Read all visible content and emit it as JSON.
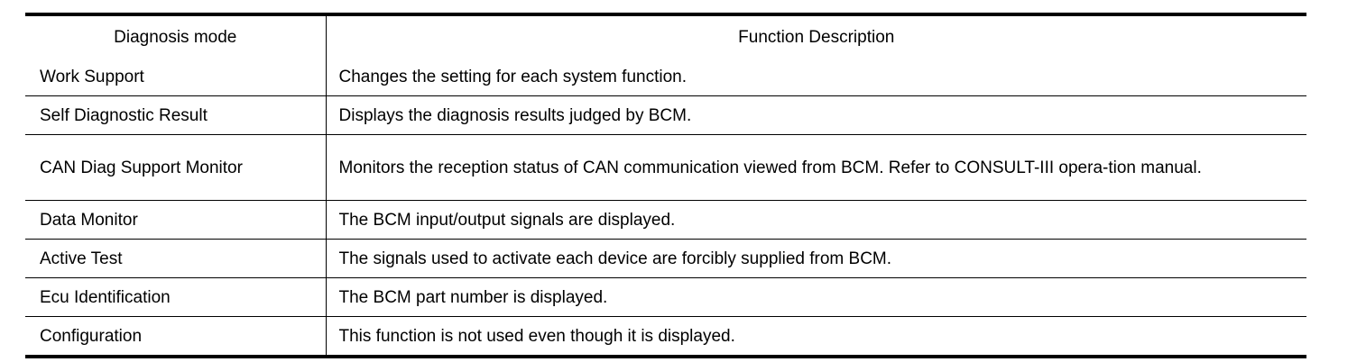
{
  "table": {
    "headers": {
      "mode": "Diagnosis mode",
      "description": "Function Description"
    },
    "rows": [
      {
        "mode": "Work Support",
        "description": "Changes the setting for each system function."
      },
      {
        "mode": "Self Diagnostic Result",
        "description": "Displays the diagnosis results judged by BCM."
      },
      {
        "mode": "CAN Diag Support Monitor",
        "description": "Monitors the reception status of CAN communication viewed from BCM. Refer to CONSULT-III opera-tion manual."
      },
      {
        "mode": "Data Monitor",
        "description": "The BCM input/output signals are displayed."
      },
      {
        "mode": "Active Test",
        "description": "The signals used to activate each device are forcibly supplied from BCM."
      },
      {
        "mode": "Ecu Identification",
        "description": "The BCM part number is displayed."
      },
      {
        "mode": "Configuration",
        "description": "This function is not used even though it is displayed."
      }
    ]
  },
  "colors": {
    "text": "#000000",
    "background": "#ffffff",
    "rule": "#000000"
  }
}
